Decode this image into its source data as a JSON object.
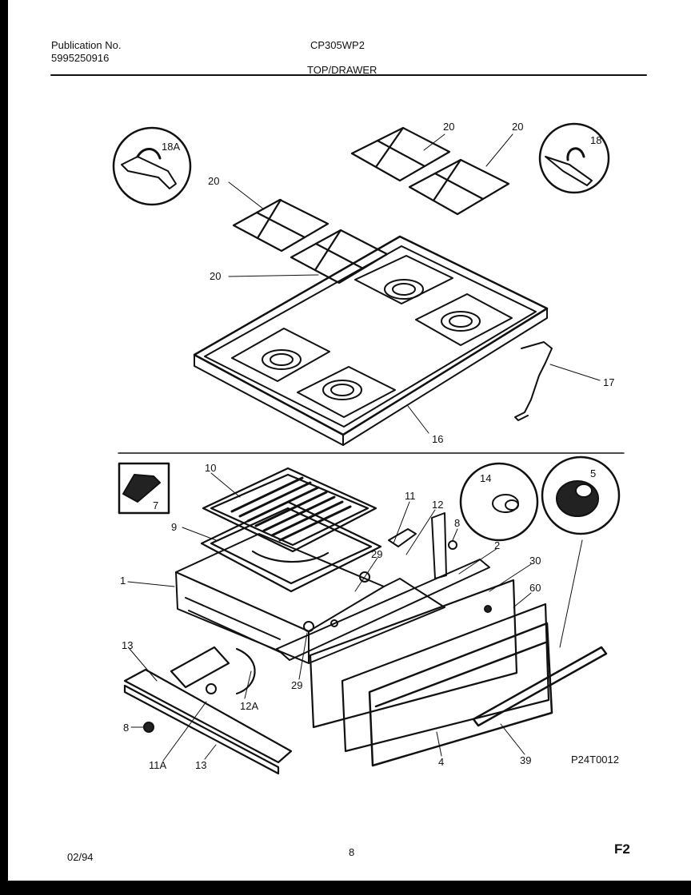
{
  "header": {
    "publication_label": "Publication No.",
    "publication_number": "5995250916",
    "model": "CP305WP2",
    "section_title": "TOP/DRAWER"
  },
  "callouts": {
    "c20a": "20",
    "c20b": "20",
    "c20c": "20",
    "c20d": "20",
    "c18a": "18A",
    "c18": "18",
    "c17": "17",
    "c16": "16",
    "c10": "10",
    "c9": "9",
    "c1": "1",
    "c7": "7",
    "c11": "11",
    "c12": "12",
    "c14": "14",
    "c8a": "8",
    "c5": "5",
    "c2": "2",
    "c30": "30",
    "c60": "60",
    "c29a": "29",
    "c29b": "29",
    "c13a": "13",
    "c12a": "12A",
    "c8b": "8",
    "c11a": "11A",
    "c13b": "13",
    "c4": "4",
    "c39": "39"
  },
  "diagram_code": "P24T0012",
  "footer": {
    "date": "02/94",
    "page": "8",
    "figure": "F2"
  }
}
